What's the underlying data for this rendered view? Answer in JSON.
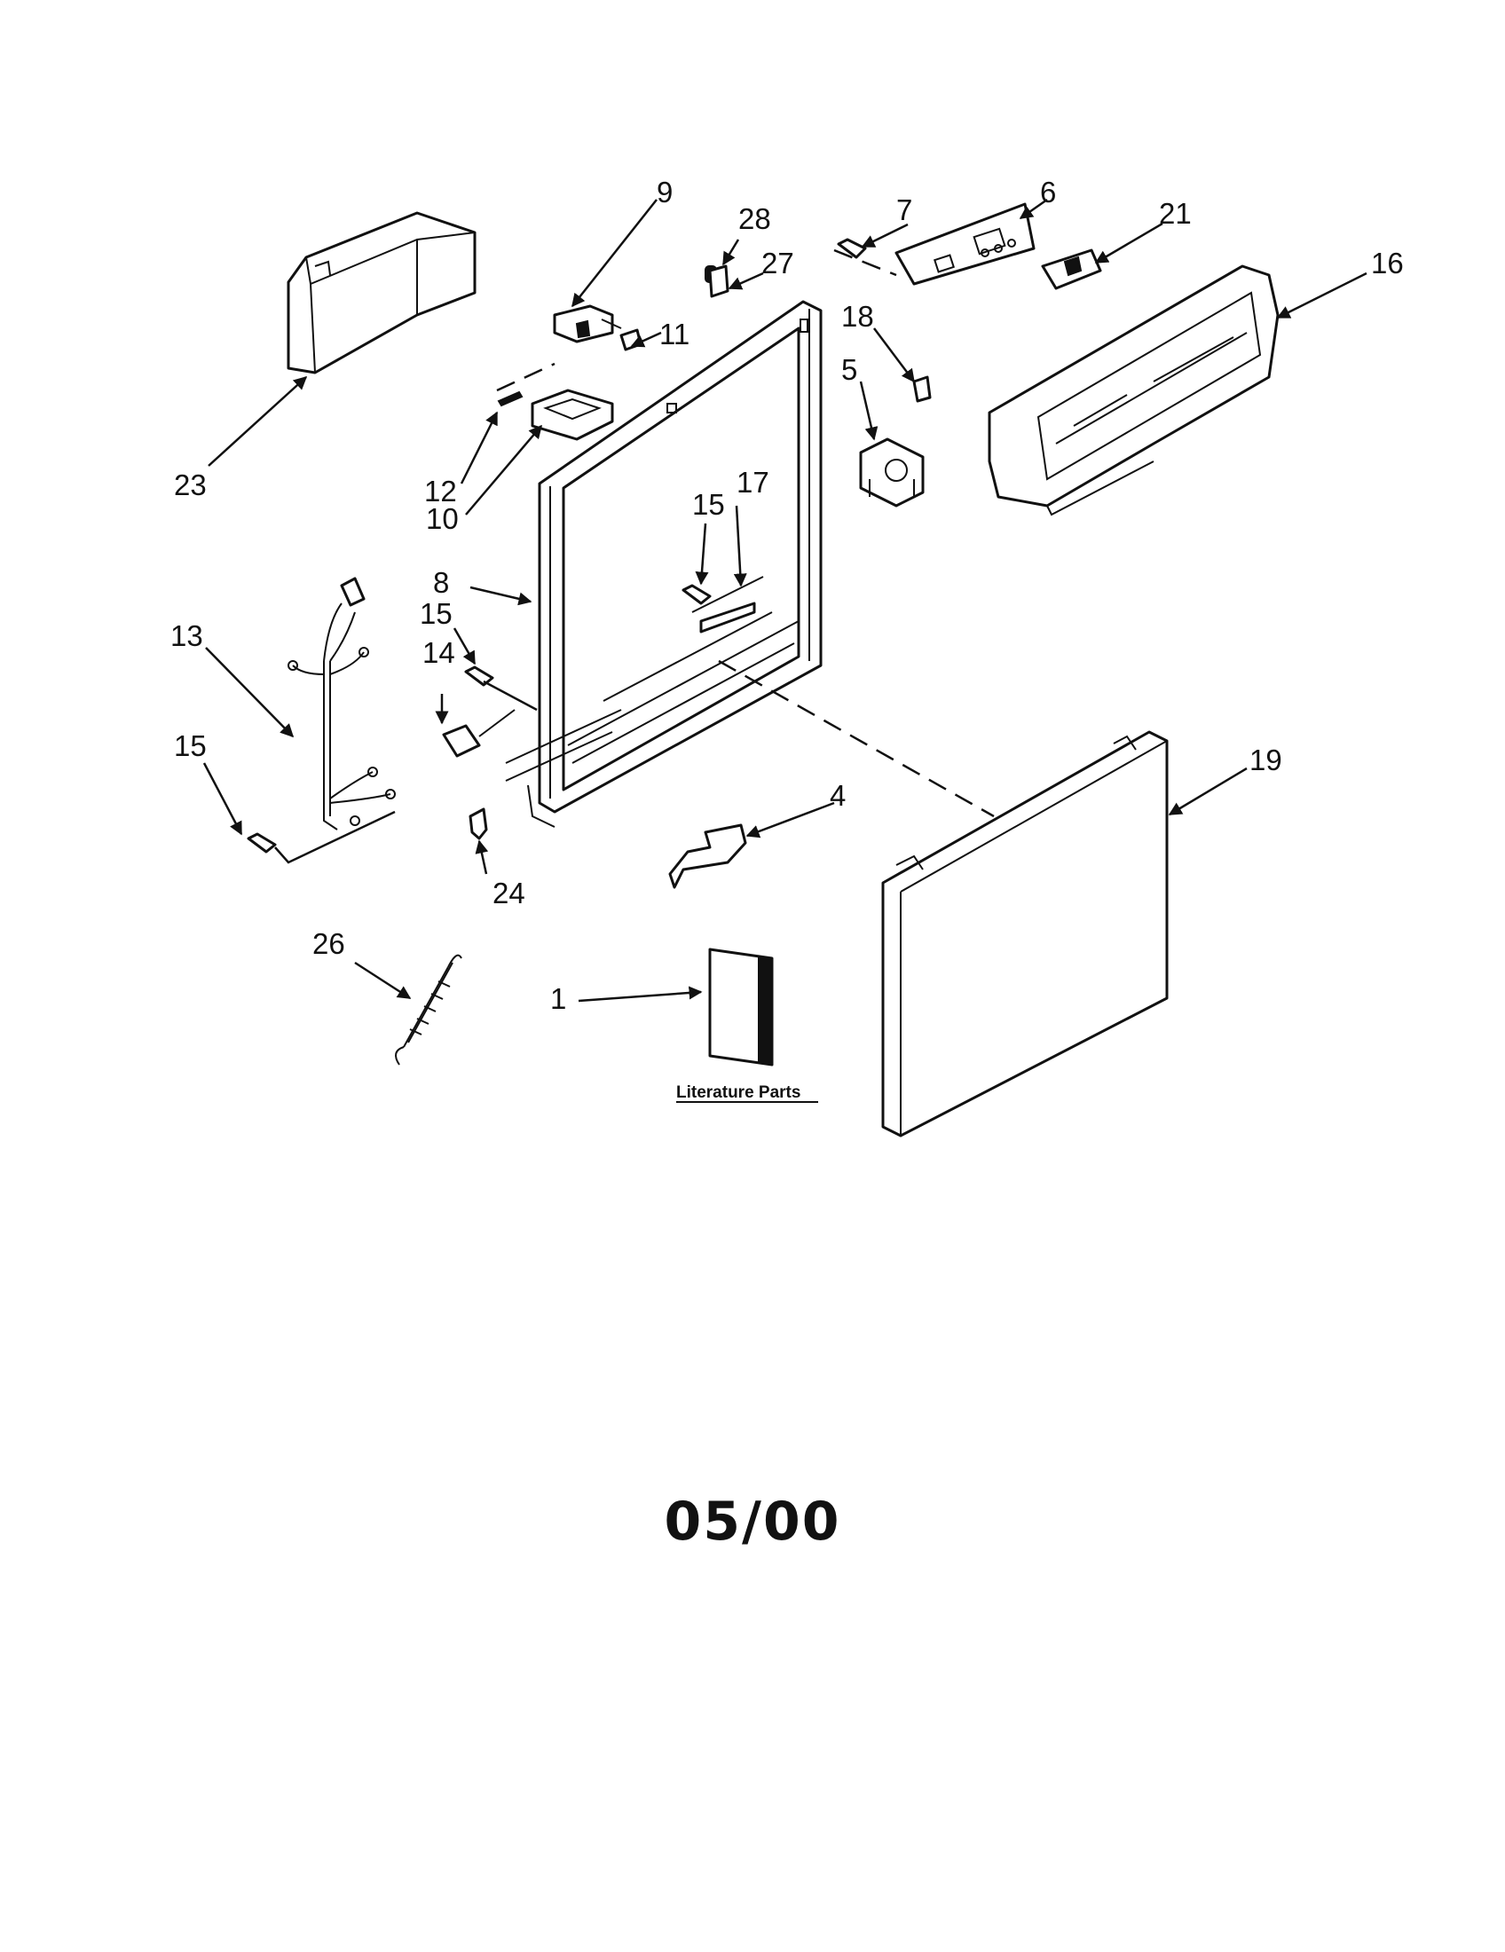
{
  "parts": [
    {
      "id": "p1",
      "number": "1"
    },
    {
      "id": "p4",
      "number": "4"
    },
    {
      "id": "p5",
      "number": "5"
    },
    {
      "id": "p6",
      "number": "6"
    },
    {
      "id": "p7",
      "number": "7"
    },
    {
      "id": "p8",
      "number": "8"
    },
    {
      "id": "p9",
      "number": "9"
    },
    {
      "id": "p10",
      "number": "10"
    },
    {
      "id": "p11",
      "number": "11"
    },
    {
      "id": "p12",
      "number": "12"
    },
    {
      "id": "p13",
      "number": "13"
    },
    {
      "id": "p14",
      "number": "14"
    },
    {
      "id": "p15a",
      "number": "15"
    },
    {
      "id": "p15b",
      "number": "15"
    },
    {
      "id": "p15c",
      "number": "15"
    },
    {
      "id": "p16",
      "number": "16"
    },
    {
      "id": "p17",
      "number": "17"
    },
    {
      "id": "p18",
      "number": "18"
    },
    {
      "id": "p19",
      "number": "19"
    },
    {
      "id": "p21",
      "number": "21"
    },
    {
      "id": "p23",
      "number": "23"
    },
    {
      "id": "p24",
      "number": "24"
    },
    {
      "id": "p26",
      "number": "26"
    },
    {
      "id": "p27",
      "number": "27"
    },
    {
      "id": "p28",
      "number": "28"
    }
  ],
  "literature_label": "Literature Parts",
  "date_code": "05/00"
}
